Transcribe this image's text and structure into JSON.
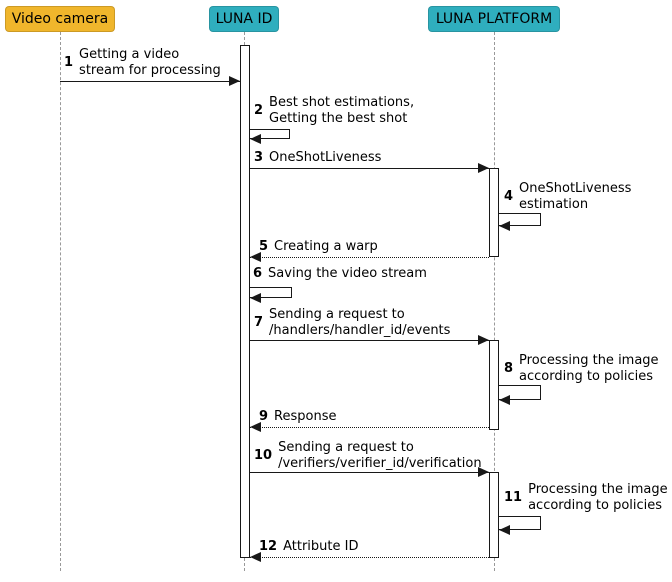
{
  "participants": [
    {
      "name": "Video camera",
      "fill": "actor"
    },
    {
      "name": "LUNA ID",
      "fill": "system"
    },
    {
      "name": "LUNA PLATFORM",
      "fill": "system"
    }
  ],
  "colors": {
    "actor": "#F0B62C",
    "system": "#2FAEBE",
    "arrow": "#181818",
    "lifeline": "#999999"
  },
  "messages": [
    {
      "num": "1",
      "line1": "Getting a video",
      "line2": "stream for processing",
      "from": "Video camera",
      "to": "LUNA ID",
      "style": "solid"
    },
    {
      "num": "2",
      "line1": "Best shot estimations,",
      "line2": "Getting the best shot",
      "from": "LUNA ID",
      "to": "LUNA ID",
      "style": "self"
    },
    {
      "num": "3",
      "line1": "OneShotLiveness",
      "from": "LUNA ID",
      "to": "LUNA PLATFORM",
      "style": "solid"
    },
    {
      "num": "4",
      "line1": "OneShotLiveness",
      "line2": "estimation",
      "from": "LUNA PLATFORM",
      "to": "LUNA PLATFORM",
      "style": "self"
    },
    {
      "num": "5",
      "line1": "Creating a warp",
      "from": "LUNA PLATFORM",
      "to": "LUNA ID",
      "style": "return"
    },
    {
      "num": "6",
      "line1": "Saving the video stream",
      "from": "LUNA ID",
      "to": "LUNA ID",
      "style": "self"
    },
    {
      "num": "7",
      "line1": "Sending a request to",
      "line2": "/handlers/handler_id/events",
      "from": "LUNA ID",
      "to": "LUNA PLATFORM",
      "style": "solid"
    },
    {
      "num": "8",
      "line1": "Processing the image",
      "line2": "according to policies",
      "from": "LUNA PLATFORM",
      "to": "LUNA PLATFORM",
      "style": "self"
    },
    {
      "num": "9",
      "line1": "Response",
      "from": "LUNA PLATFORM",
      "to": "LUNA ID",
      "style": "return"
    },
    {
      "num": "10",
      "line1": "Sending a request to",
      "line2": "/verifiers/verifier_id/verification",
      "from": "LUNA ID",
      "to": "LUNA PLATFORM",
      "style": "solid"
    },
    {
      "num": "11",
      "line1": "Processing the image",
      "line2": "according to policies",
      "from": "LUNA PLATFORM",
      "to": "LUNA PLATFORM",
      "style": "self"
    },
    {
      "num": "12",
      "line1": "Attribute ID",
      "from": "LUNA PLATFORM",
      "to": "LUNA ID",
      "style": "return"
    }
  ]
}
